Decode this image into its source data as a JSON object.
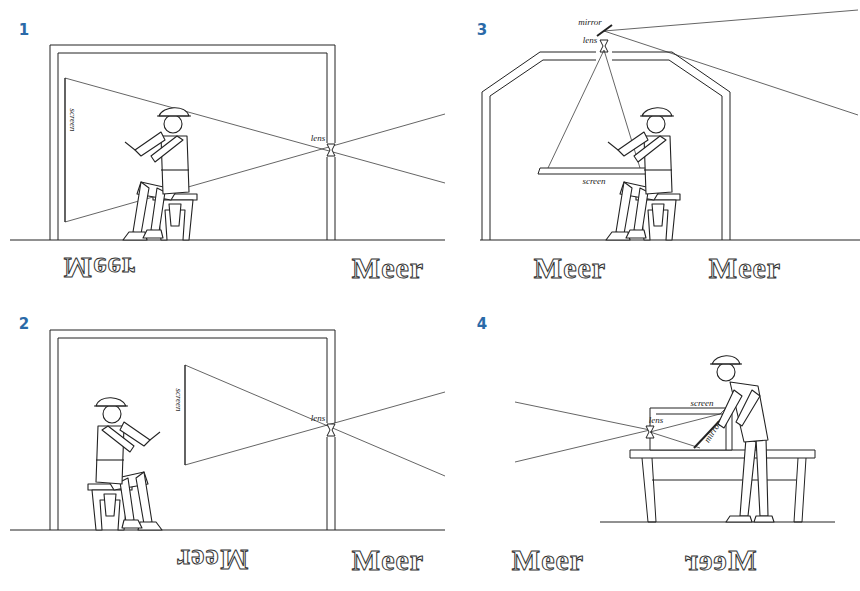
{
  "diagram": {
    "labels": [
      "1",
      "screen",
      "lens",
      "Meer",
      "Meer",
      "3",
      "mirror",
      "lens",
      "screen",
      "Meer",
      "Meer",
      "2",
      "screen",
      "lens",
      "Meer",
      "Meer",
      "4",
      "lens",
      "screen",
      "mirror",
      "Meer",
      "Meer"
    ]
  }
}
